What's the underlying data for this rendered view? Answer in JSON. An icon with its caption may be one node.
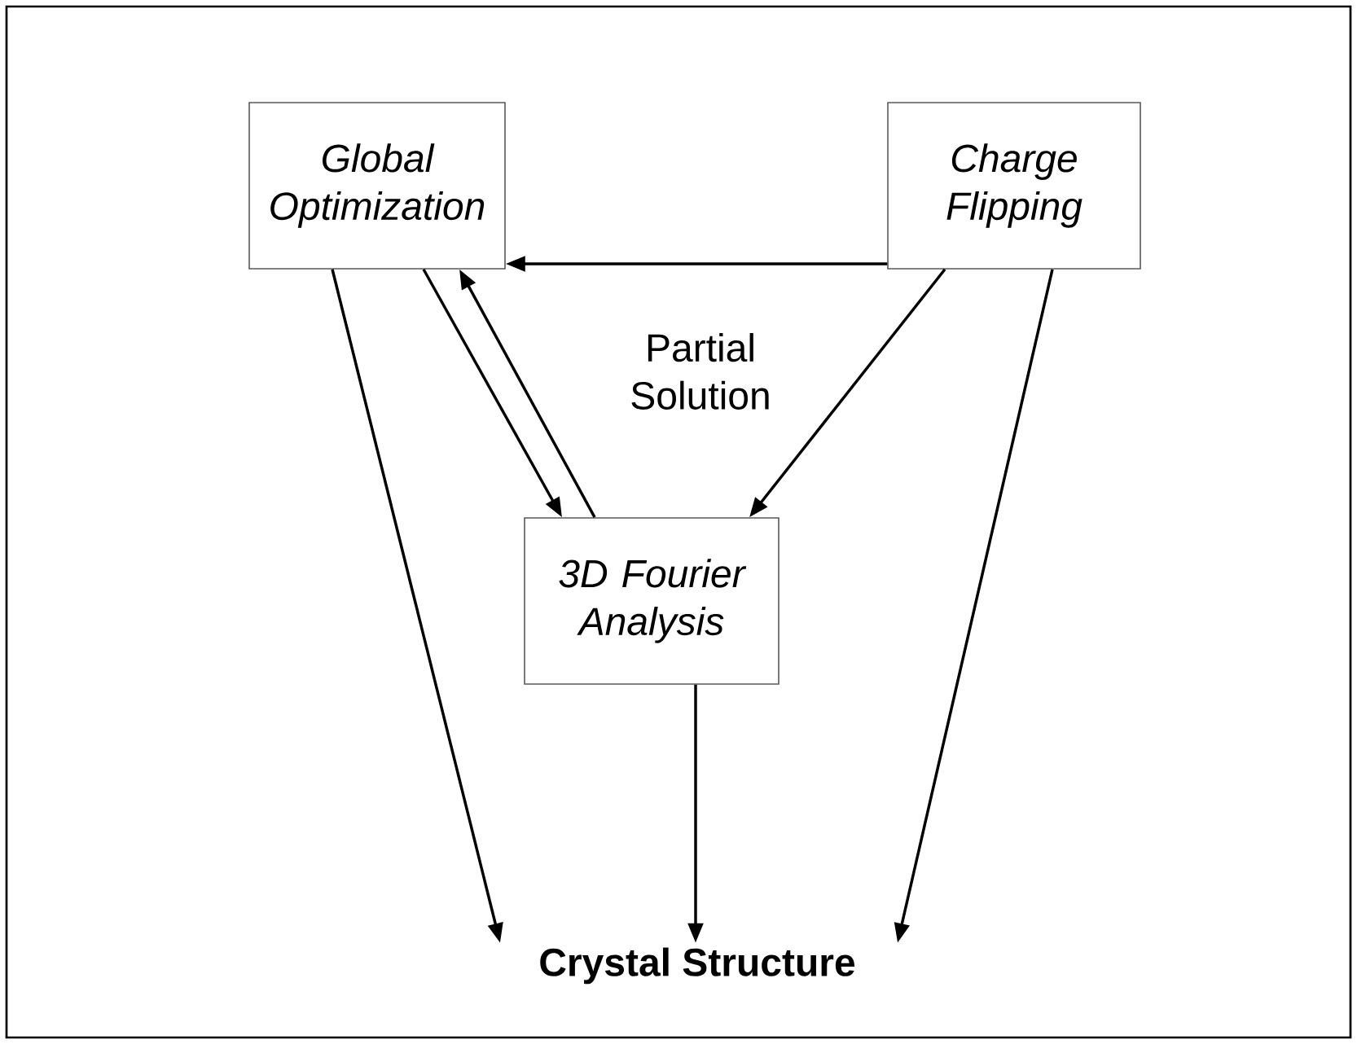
{
  "diagram": {
    "nodes": [
      {
        "text": [
          "Global Optimization"
        ]
      },
      {
        "text": [
          "Charge Flipping"
        ]
      },
      {
        "text": [
          "3D Fourier Analysis"
        ]
      },
      {
        "text": [
          "Crystal Structure"
        ]
      }
    ],
    "edges": [
      {
        "from": 1,
        "to": 0,
        "arrow": "to"
      },
      {
        "from": 0,
        "to": 3,
        "arrow": "to"
      },
      {
        "from": 0,
        "to": 2,
        "arrow": "to"
      },
      {
        "from": 2,
        "to": 0,
        "arrow": "to"
      },
      {
        "from": 1,
        "to": 2,
        "arrow": "to"
      },
      {
        "from": 1,
        "to": 3,
        "arrow": "to"
      },
      {
        "from": 2,
        "to": 3,
        "arrow": "to"
      }
    ],
    "labels": [
      "Partial Solution"
    ]
  }
}
